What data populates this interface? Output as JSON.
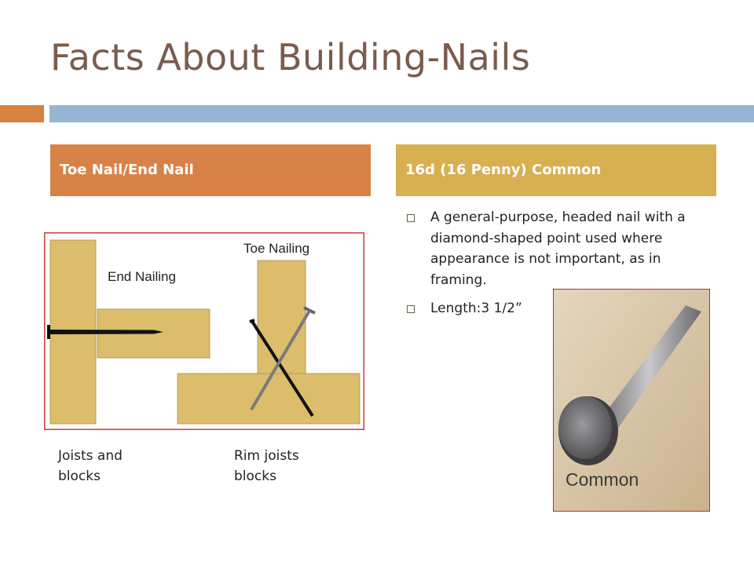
{
  "slide": {
    "title": "Facts About Building-Nails",
    "accent_colors": {
      "orange": "#d8823f",
      "blue": "#94b6d4",
      "gold": "#d8b052"
    }
  },
  "left_column": {
    "header": "Toe Nail/End Nail",
    "diagram": {
      "end_label": "End Nailing",
      "toe_label": "Toe Nailing"
    },
    "captions": [
      "Joists and blocks",
      "Rim joists blocks"
    ]
  },
  "right_column": {
    "header": "16d (16 Penny) Common",
    "bullets": [
      "A general-purpose, headed nail with a diamond-shaped point used where appearance is not important, as in framing.",
      "Length:3 1/2”"
    ],
    "photo_label": "Common"
  }
}
